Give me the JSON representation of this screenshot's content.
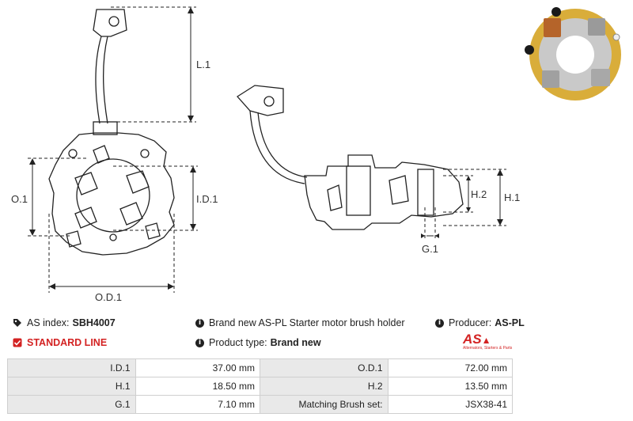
{
  "drawing": {
    "dimension_labels": {
      "l1": "L.1",
      "o1": "O.1",
      "id1": "I.D.1",
      "od1": "O.D.1",
      "h1": "H.1",
      "h2": "H.2",
      "g1": "G.1"
    }
  },
  "info": {
    "as_index_label": "AS index:",
    "as_index_value": "SBH4007",
    "standard_line": "STANDARD LINE",
    "description": "Brand new AS-PL Starter motor brush holder",
    "product_type_label": "Product type:",
    "product_type_value": "Brand new",
    "producer_label": "Producer:",
    "producer_value": "AS-PL"
  },
  "logo": {
    "mark": "AS",
    "tagline": "Alternators, Starters & Parts"
  },
  "specs": [
    {
      "k1": "I.D.1",
      "v1": "37.00 mm",
      "k2": "O.D.1",
      "v2": "72.00 mm"
    },
    {
      "k1": "H.1",
      "v1": "18.50 mm",
      "k2": "H.2",
      "v2": "13.50 mm"
    },
    {
      "k1": "G.1",
      "v1": "7.10 mm",
      "k2": "Matching Brush set:",
      "v2": "JSX38-41"
    }
  ],
  "colors": {
    "accent_red": "#d32222",
    "table_key_bg": "#e9e9e9",
    "line": "#222222"
  }
}
